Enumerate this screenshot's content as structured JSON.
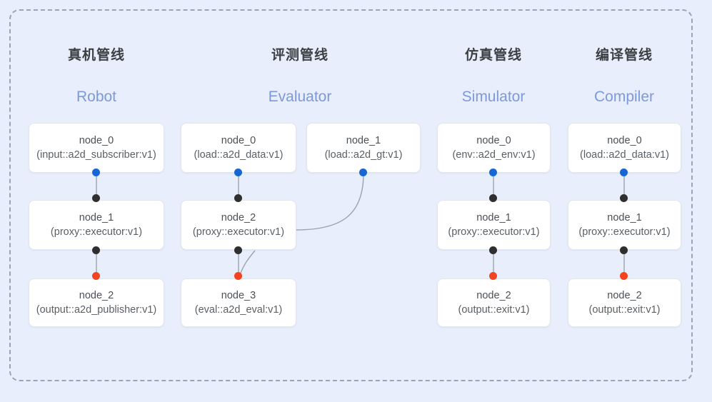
{
  "frame": {
    "border_color": "#9aa4b8",
    "background": "#e8eefb"
  },
  "palette": {
    "port_blue": "#1667d4",
    "port_dark": "#2f2f2f",
    "port_red": "#f4441f",
    "subtitle_blue": "#7d99d9",
    "title_gray": "#3b4043",
    "edge_gray": "#9ba3b0"
  },
  "columns": [
    {
      "key": "robot",
      "title": "真机管线",
      "subtitle": "Robot",
      "rows": [
        {
          "id": "node_0",
          "type": "(input::a2d_subscriber:v1)"
        },
        {
          "id": "node_1",
          "type": "(proxy::executor:v1)"
        },
        {
          "id": "node_2",
          "type": "(output::a2d_publisher:v1)"
        }
      ]
    },
    {
      "key": "evaluator",
      "title": "评测管线",
      "subtitle": "Evaluator",
      "rows": [
        {
          "id": "node_0",
          "type": "(load::a2d_data:v1)"
        },
        {
          "id": "node_2",
          "type": "(proxy::executor:v1)"
        },
        {
          "id": "node_3",
          "type": "(eval::a2d_eval:v1)"
        }
      ],
      "side_node": {
        "id": "node_1",
        "type": "(load::a2d_gt:v1)"
      }
    },
    {
      "key": "simulator",
      "title": "仿真管线",
      "subtitle": "Simulator",
      "rows": [
        {
          "id": "node_0",
          "type": "(env::a2d_env:v1)"
        },
        {
          "id": "node_1",
          "type": "(proxy::executor:v1)"
        },
        {
          "id": "node_2",
          "type": "(output::exit:v1)"
        }
      ]
    },
    {
      "key": "compiler",
      "title": "编译管线",
      "subtitle": "Compiler",
      "rows": [
        {
          "id": "node_0",
          "type": "(load::a2d_data:v1)"
        },
        {
          "id": "node_1",
          "type": "(proxy::executor:v1)"
        },
        {
          "id": "node_2",
          "type": "(output::exit:v1)"
        }
      ]
    }
  ]
}
